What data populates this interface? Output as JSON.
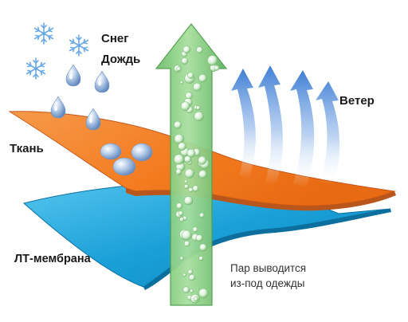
{
  "labels": {
    "snow": "Снег",
    "rain": "Дождь",
    "wind": "Ветер",
    "fabric": "Ткань",
    "membrane": "ЛТ-мембрана",
    "vapor_line1": "Пар выводится",
    "vapor_line2": "из-под одежды"
  },
  "colors": {
    "fabric": "#f47b20",
    "fabric_edge": "#c4571a",
    "membrane": "#1aa0d8",
    "membrane_edge": "#0d6f9e",
    "vapor_arrow": "#8fd18a",
    "wind_arrow": "#5b8fd6",
    "snowflake": "#6aa9e6",
    "raindrop": "#7fa3cf"
  },
  "icons": {
    "snowflake": "snowflake-icon",
    "raindrop": "raindrop-icon",
    "wind_arrow": "wind-arrow-icon",
    "vapor_arrow": "vapor-arrow-icon"
  }
}
